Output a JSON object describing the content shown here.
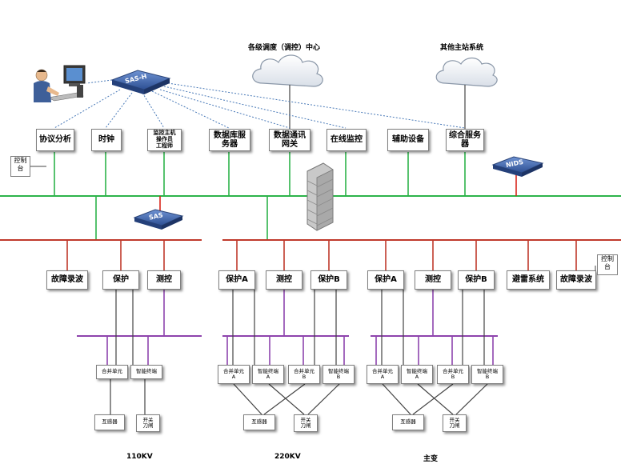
{
  "clouds": {
    "dispatch": "各级调度（调控）中心",
    "other_stations": "其他主站系统"
  },
  "devices": {
    "sas_h": "SAS-H",
    "sas": "SAS",
    "nids": "NIDS"
  },
  "station_layer": {
    "protocol_analysis": "协议分析",
    "clock": "时钟",
    "monitor_host": "监控主机\n操作员\n工程师",
    "db_server": "数据库服\n务器",
    "data_gateway": "数据通讯\n网关",
    "online_monitor": "在线监控",
    "aux_equipment": "辅助设备",
    "integrated_server": "综合服务\n器",
    "console_left": "控制\n台"
  },
  "bay_110": {
    "fault_recorder": "故障录波",
    "protection": "保护",
    "measure_control": "测控",
    "merging_unit": "合并单元",
    "smart_terminal": "智能终端",
    "transformer": "互感器",
    "switch": "开关\n刀闸",
    "label": "110KV"
  },
  "bay_220": {
    "protection_a": "保护A",
    "measure_control": "测控",
    "protection_b": "保护B",
    "merging_a": "合并单元\nA",
    "smart_a": "智能终端\nA",
    "merging_b": "合并单元\nB",
    "smart_b": "智能终端\nB",
    "transformer": "互感器",
    "switch": "开关\n刀闸",
    "label": "220KV"
  },
  "bay_main": {
    "protection_a": "保护A",
    "measure_control": "测控",
    "protection_b": "保护B",
    "lightning": "避雷系统",
    "fault_recorder": "故障录波",
    "console_right": "控制\n台",
    "merging_a": "合并单元\nA",
    "smart_a": "智能终端\nA",
    "merging_b": "合并单元\nB",
    "smart_b": "智能终端\nB",
    "transformer": "互感器",
    "switch": "开关\n刀闸",
    "label": "主变"
  },
  "colors": {
    "station_bus": "#2db34a",
    "process_bus": "#c0392b",
    "bay_bus": "#8e44ad",
    "wire": "#444444",
    "device_blue": "#3f6bb5"
  }
}
